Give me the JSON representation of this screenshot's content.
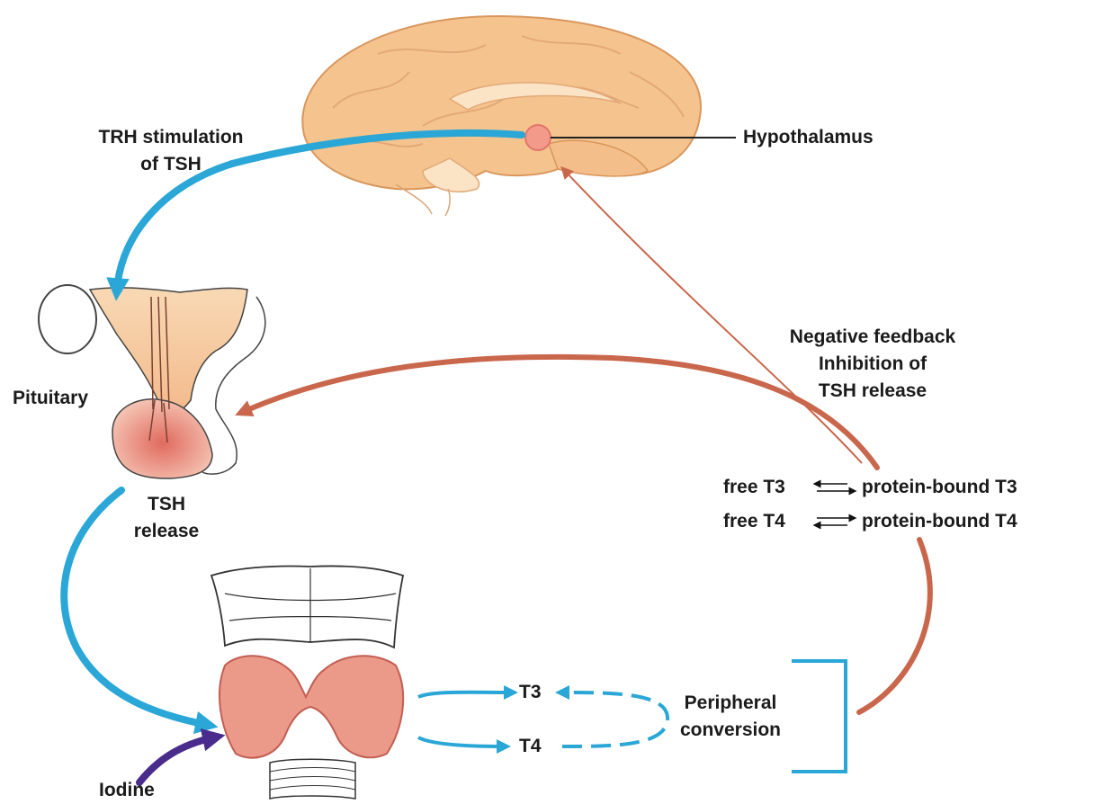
{
  "labels": {
    "hypothalamus": "Hypothalamus",
    "trh_line1": "TRH stimulation",
    "trh_line2": "of TSH",
    "pituitary": "Pituitary",
    "tsh_line1": "TSH",
    "tsh_line2": "release",
    "neg_line1": "Negative feedback",
    "neg_line2": "Inhibition of",
    "neg_line3": "TSH release",
    "free_t3": "free T3",
    "bound_t3": "protein-bound T3",
    "free_t4": "free T4",
    "bound_t4": "protein-bound T4",
    "t3": "T3",
    "t4": "T4",
    "peripheral_line1": "Peripheral",
    "peripheral_line2": "conversion",
    "iodine": "Iodine"
  },
  "colors": {
    "stimulation_arrow": "#2aa7d6",
    "feedback_arrow": "#c9674c",
    "iodine_arrow": "#4a2c8c",
    "brain": "#f5c48e",
    "thyroid": "#eb9a8a",
    "pituitary": "#e8877a"
  }
}
